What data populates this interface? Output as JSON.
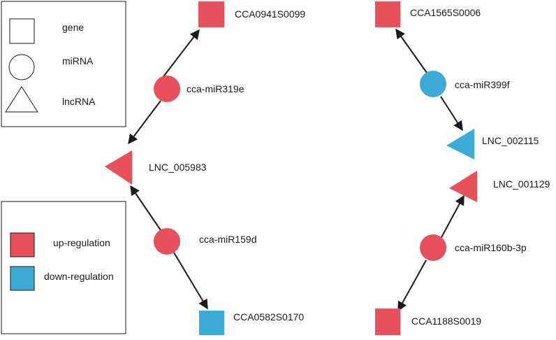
{
  "colors": {
    "up": "#e8505b",
    "down": "#3daad8",
    "stroke": "#1a1a1a"
  },
  "legend_shapes": {
    "gene": "gene",
    "mirna": "miRNA",
    "lncrna": "lncRNA"
  },
  "legend_regulation": {
    "up": "up-regulation",
    "down": "down-regulation"
  },
  "nodes": {
    "cca0941": "CCA0941S0099",
    "mir319e": "cca-miR319e",
    "lnc005983": "LNC_005983",
    "mir159d": "cca-miR159d",
    "cca0582": "CCA0582S0170",
    "cca1565": "CCA1565S0006",
    "mir399f": "cca-miR399f",
    "lnc002115": "LNC_002115",
    "lnc001129": "LNC_001129",
    "mir160b": "cca-miR160b-3p",
    "cca1188": "CCA1188S0019"
  },
  "regulation": {
    "cca0941": "up",
    "mir319e": "up",
    "lnc005983": "up",
    "mir159d": "up",
    "cca0582": "down",
    "cca1565": "up",
    "mir399f": "down",
    "lnc002115": "down",
    "lnc001129": "up",
    "mir160b": "up",
    "cca1188": "up"
  }
}
